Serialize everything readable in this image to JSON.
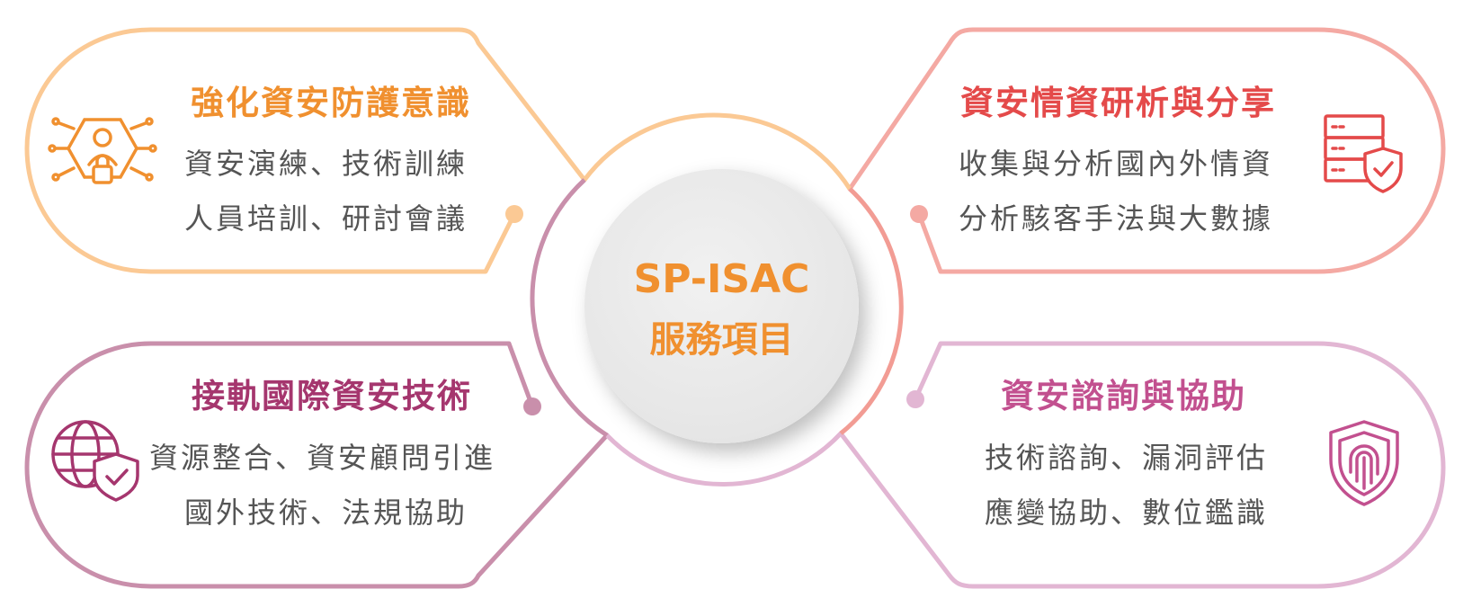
{
  "center": {
    "line1": "SP-ISAC",
    "line2": "服務項目"
  },
  "colors": {
    "orange": "#f6ab5c",
    "orange_light": "#fbc994",
    "red": "#f29c94",
    "red_light": "#f4a9a3",
    "plum": "#c98fab",
    "pink": "#e2b6d3"
  },
  "panels": {
    "top_left": {
      "title": "強化資安防護意識",
      "lines": [
        "資安演練、技術訓練",
        "人員培訓、研討會議"
      ],
      "title_color": "#f0902f",
      "icon": "circuit-person-lock-icon"
    },
    "top_right": {
      "title": "資安情資研析與分享",
      "lines": [
        "收集與分析國內外情資",
        "分析駭客手法與大數據"
      ],
      "title_color": "#e44a4a",
      "icon": "server-shield-icon"
    },
    "bottom_left": {
      "title": "接軌國際資安技術",
      "lines": [
        "資源整合、資安顧問引進",
        "國外技術、法規協助"
      ],
      "title_color": "#a5366e",
      "icon": "globe-shield-icon"
    },
    "bottom_right": {
      "title": "資安諮詢與協助",
      "lines": [
        "技術諮詢、漏洞評估",
        "應變協助、數位鑑識"
      ],
      "title_color": "#c2508f",
      "icon": "fingerprint-shield-icon"
    }
  }
}
